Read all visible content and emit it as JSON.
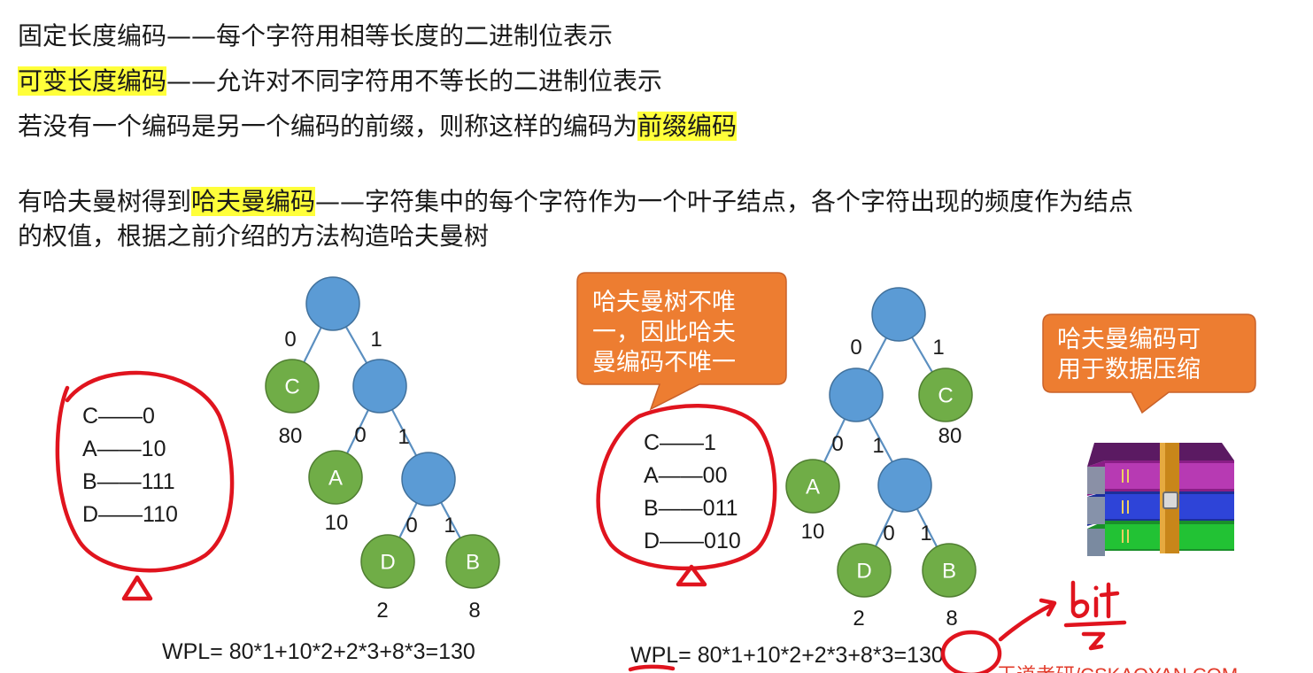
{
  "text": {
    "line1": "固定长度编码——每个字符用相等长度的二进制位表示",
    "line2_hl": "可变长度编码",
    "line2_rest": "——允许对不同字符用不等长的二进制位表示",
    "line3_pre": "若没有一个编码是另一个编码的前缀，则称这样的编码为",
    "line3_hl": "前缀编码",
    "line4_pre": "有哈夫曼树得到",
    "line4_hl": "哈夫曼编码",
    "line4_rest": "——字符集中的每个字符作为一个叶子结点，各个字符出现的频度作为结点",
    "line5": "的权值，根据之前介绍的方法构造哈夫曼树"
  },
  "tree1": {
    "edges": [
      "0",
      "1",
      "0",
      "1",
      "0",
      "1"
    ],
    "leaves": [
      "C",
      "A",
      "D",
      "B"
    ],
    "weights": [
      "80",
      "10",
      "2",
      "8"
    ],
    "codes": [
      "C——0",
      "A——10",
      "B——111",
      "D——110"
    ],
    "wpl": "WPL= 80*1+10*2+2*3+8*3=130"
  },
  "tree2": {
    "edges": [
      "0",
      "1",
      "0",
      "1",
      "0",
      "1"
    ],
    "leaves": [
      "C",
      "A",
      "D",
      "B"
    ],
    "weights": [
      "80",
      "10",
      "2",
      "8"
    ],
    "codes": [
      "C——1",
      "A——00",
      "B——011",
      "D——010"
    ],
    "wpl_main": "WPL= 80*1+10*2+2*3+8*3=",
    "wpl_result": "130"
  },
  "callouts": {
    "left": [
      "哈夫曼树不唯",
      "一，因此哈夫",
      "曼编码不唯一"
    ],
    "right": [
      "哈夫曼编码可",
      "用于数据压缩"
    ]
  },
  "colors": {
    "highlight": "#ffff3a",
    "internal_node": "#5b9bd5",
    "leaf_node": "#70ad47",
    "callout": "#ed7d31",
    "annotation": "#e0141e"
  },
  "icons": {
    "archive": "winrar-archive-icon"
  },
  "watermark": "王道考研/CSKAOYAN.COM"
}
